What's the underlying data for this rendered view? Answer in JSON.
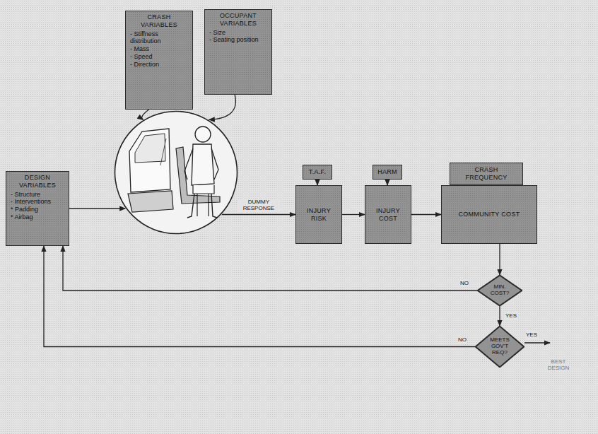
{
  "diagram": {
    "nodes": [
      {
        "text": [
          "DESIGN VARIABLES",
          "- Structure",
          "- Interventions",
          "* Padding",
          "* Airbag"
        ]
      },
      {
        "text": [
          "CRASH VARIABLES",
          "- Stiffness distribution",
          "- Mass",
          "- Speed",
          "- Direction"
        ]
      },
      {
        "text": [
          "OCCUPANT VARIABLES",
          "- Size",
          "- Seating position"
        ]
      },
      {
        "text": []
      },
      {
        "text": [
          "T.A.F."
        ]
      },
      {
        "text": [
          "INJURY RISK"
        ]
      },
      {
        "text": [
          "HARM"
        ]
      },
      {
        "text": [
          "INJURY COST"
        ]
      },
      {
        "text": [
          "CRASH FREQUENCY"
        ]
      },
      {
        "text": [
          "COMMUNITY COST"
        ]
      },
      {
        "text": [
          "MIN. COST?"
        ]
      },
      {
        "text": [
          "MEETS GOV'T REQ?"
        ]
      }
    ],
    "edges": [
      {
        "from": 0,
        "to": 3,
        "arrow": "to"
      },
      {
        "from": 1,
        "to": 3,
        "arrow": "to"
      },
      {
        "from": 2,
        "to": 3,
        "arrow": "to"
      },
      {
        "from": 3,
        "to": 5,
        "arrow": "to",
        "label": "DUMMY RESPONSE"
      },
      {
        "from": 4,
        "to": 5,
        "arrow": "to"
      },
      {
        "from": 5,
        "to": 7,
        "arrow": "to"
      },
      {
        "from": 6,
        "to": 7,
        "arrow": "to"
      },
      {
        "from": 7,
        "to": 9,
        "arrow": "to"
      },
      {
        "from": 8,
        "to": 9,
        "arrow": "to"
      },
      {
        "from": 9,
        "to": 10,
        "arrow": "to"
      },
      {
        "from": 10,
        "to": 0,
        "arrow": "to",
        "label": "NO"
      },
      {
        "from": 10,
        "to": 11,
        "arrow": "to",
        "label": "YES"
      },
      {
        "from": 11,
        "to": 0,
        "arrow": "to",
        "label": "NO"
      }
    ],
    "labels": [
      "YES",
      "BEST DESIGN"
    ]
  }
}
